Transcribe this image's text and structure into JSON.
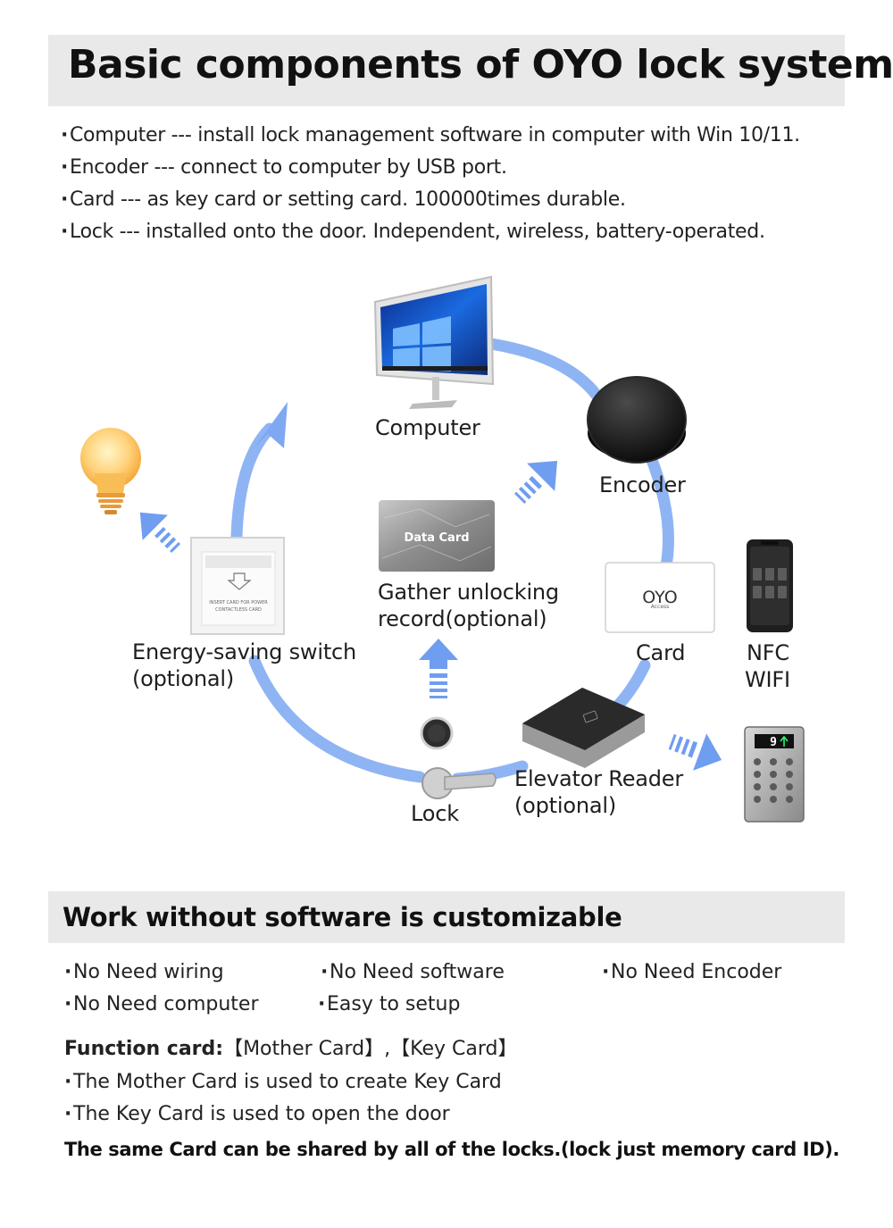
{
  "title": "Basic components of OYO lock system",
  "intro_bullets": [
    "Computer --- install lock management software in computer with Win 10/11.",
    "Encoder --- connect to computer by USB port.",
    "Card --- as key card or setting card. 100000times durable.",
    "Lock --- installed onto the door. Independent, wireless, battery-operated."
  ],
  "diagram": {
    "computer_label": "Computer",
    "encoder_label": "Encoder",
    "card_label": "Card",
    "card_logo": "OYO",
    "card_logo_sub": "Access",
    "nfc_label": "NFC",
    "wifi_label": "WIFI",
    "data_card_text": "Data Card",
    "gather_label_1": "Gather unlocking",
    "gather_label_2": "record(optional)",
    "energy_label_1": "Energy-saving switch",
    "energy_label_2": "(optional)",
    "switch_text_1": "INSERT CARD FOR POWER",
    "switch_text_2": "CONTACTLESS CARD",
    "lock_label": "Lock",
    "elevator_label_1": "Elevator Reader",
    "elevator_label_2": "(optional)",
    "keypad_display": "9",
    "ring_color": "#8fb4f3",
    "arrow_color": "#6f9df0"
  },
  "section2": {
    "title": "Work without software is customizable",
    "features": [
      "No Need wiring",
      "No Need software",
      "No Need Encoder",
      "No Need computer",
      "Easy to setup"
    ],
    "function_label": "Function card:",
    "function_cards": "【Mother Card】,【Key Card】",
    "card_uses": [
      "The Mother Card is used to create Key Card",
      "The Key Card is used to open the door"
    ],
    "final_note": "The same Card can be shared by all of the locks.(lock just memory card ID)."
  }
}
